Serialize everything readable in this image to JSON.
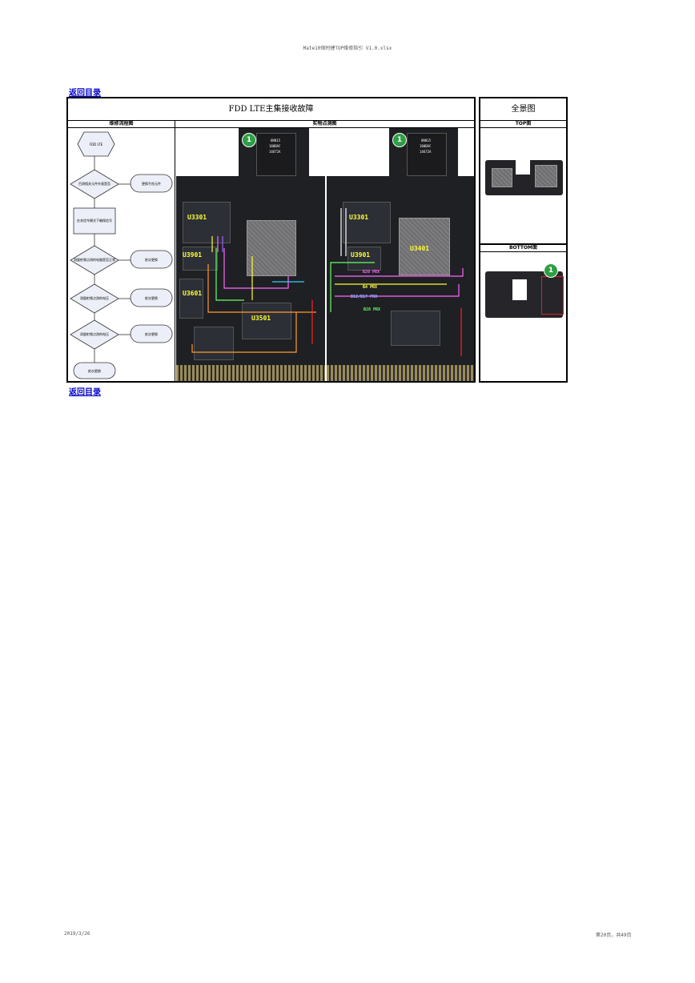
{
  "page_header": "Mate10保时捷TOP维修指引 V1.0.xlsx",
  "nav": {
    "back_top": "返回目录",
    "back_bottom": "返回目录"
  },
  "main": {
    "title": "FDD LTE主集接收故障",
    "flow_header": "维修流程图",
    "photo_header": "实物点测图"
  },
  "flowchart": {
    "start": "FDD LTE",
    "d1": "目测相关元件外观是否",
    "r1": "更换不良元件",
    "p1": "在非信令模式下确保信号",
    "d2": "测量射频点测的电路是否正常",
    "r2": "依次更换",
    "d3": "测量射频点测的电压",
    "r3": "依次更换",
    "d4": "测量射频点测的电压",
    "r4": "依次更换",
    "end": "依次更换"
  },
  "board_left": {
    "badge": "1",
    "chips": [
      "U3301",
      "U3901",
      "U3601",
      "U3501"
    ],
    "silk": [
      "6N015",
      "100BAC",
      "14672A"
    ]
  },
  "board_right": {
    "badge": "1",
    "chips": [
      "U3301",
      "U3901",
      "U3401"
    ],
    "silk": [
      "6N015",
      "100BAC",
      "14672A"
    ],
    "traces": [
      "B20 PRX",
      "B4 PRX",
      "B12/B17 PRX",
      "B28 PRX"
    ]
  },
  "panorama": {
    "title": "全景图",
    "top_label": "TOP面",
    "bottom_label": "BOTTOM面",
    "badge": "1"
  },
  "footer": {
    "date": "2019/3/26",
    "page": "第20页，共49页"
  },
  "colors": {
    "pcb": "#1f2024",
    "shield": "#7a7a7c",
    "label": "#ffff33",
    "badge": "#2f9e44",
    "link": "#0000cc"
  }
}
